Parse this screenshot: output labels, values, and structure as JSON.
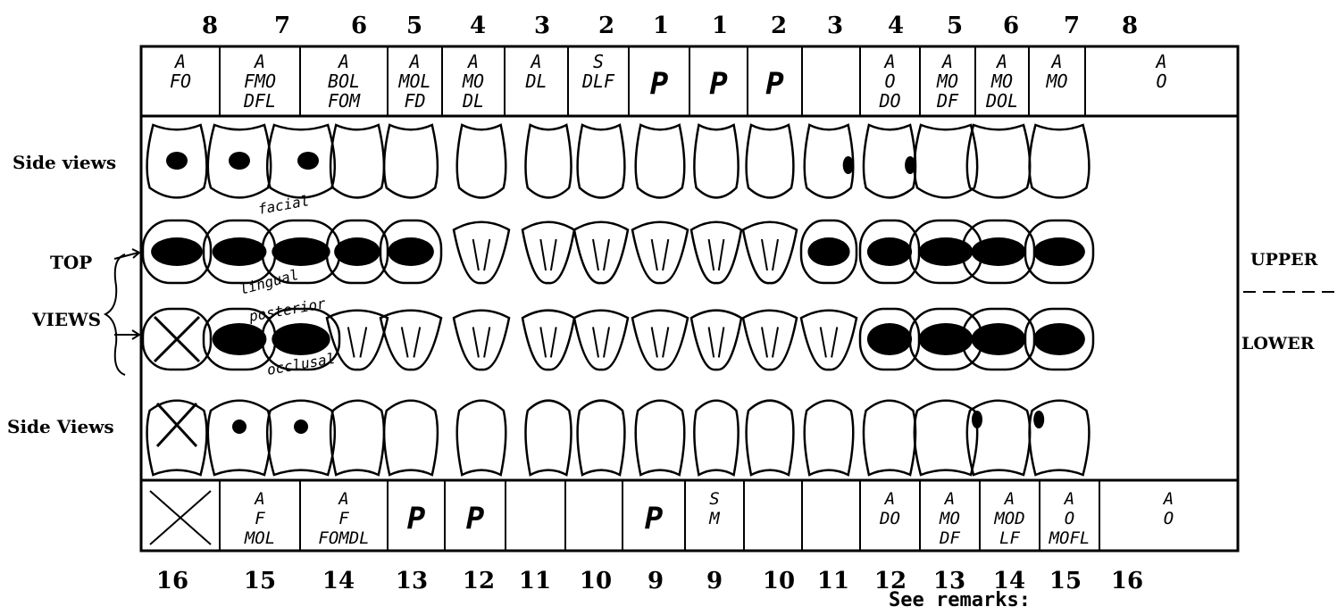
{
  "top_numbers": [
    "8",
    "7",
    "6",
    "5",
    "4",
    "3",
    "2",
    "1",
    "1",
    "2",
    "3",
    "4",
    "5",
    "6",
    "7",
    "8"
  ],
  "bottom_numbers": [
    "16",
    "15",
    "14",
    "13",
    "12",
    "11",
    "10",
    "9",
    "9",
    "10",
    "11",
    "12",
    "13",
    "14",
    "15",
    "16"
  ],
  "labels": {
    "side_views_upper": "Side views",
    "top": "TOP",
    "views": "VIEWS",
    "side_views_lower": "Side Views",
    "upper": "UPPER",
    "lower": "LOWER"
  },
  "remarks": "See remarks:",
  "upper_boxes": [
    [
      "A",
      "FO",
      ""
    ],
    [
      "A",
      "FMO",
      "DFL"
    ],
    [
      "A",
      "BOL",
      "FOM"
    ],
    [
      "A",
      "MOL",
      "FD"
    ],
    [
      "A",
      "MO",
      "DL"
    ],
    [
      "A",
      "DL",
      ""
    ],
    [
      "S",
      "DLF",
      ""
    ],
    [
      "P",
      "",
      ""
    ],
    [
      "P",
      "",
      ""
    ],
    [
      "P",
      "",
      ""
    ],
    [
      "",
      "",
      ""
    ],
    [
      "A",
      "O",
      "DO"
    ],
    [
      "A",
      "MO",
      "DF"
    ],
    [
      "A",
      "MO",
      "DOL"
    ],
    [
      "A",
      "MO",
      ""
    ],
    [
      "A",
      "O",
      ""
    ]
  ],
  "lower_boxes": [
    [
      "X",
      "",
      ""
    ],
    [
      "A",
      "F",
      "MOL"
    ],
    [
      "A",
      "F",
      "FOMDL"
    ],
    [
      "P",
      "",
      ""
    ],
    [
      "P",
      "",
      ""
    ],
    [
      "",
      "",
      ""
    ],
    [
      "",
      "",
      ""
    ],
    [
      "P",
      "",
      ""
    ],
    [
      "S",
      "M",
      ""
    ],
    [
      "",
      "",
      ""
    ],
    [
      "",
      "",
      ""
    ],
    [
      "A",
      "DO",
      ""
    ],
    [
      "A",
      "MO",
      "DF"
    ],
    [
      "A",
      "MOD",
      "LF"
    ],
    [
      "A",
      "O",
      "MOFL"
    ],
    [
      "A",
      "O",
      ""
    ]
  ],
  "handwritten_notes": [
    "facial",
    "lingual",
    "posterior",
    "occlusal"
  ]
}
